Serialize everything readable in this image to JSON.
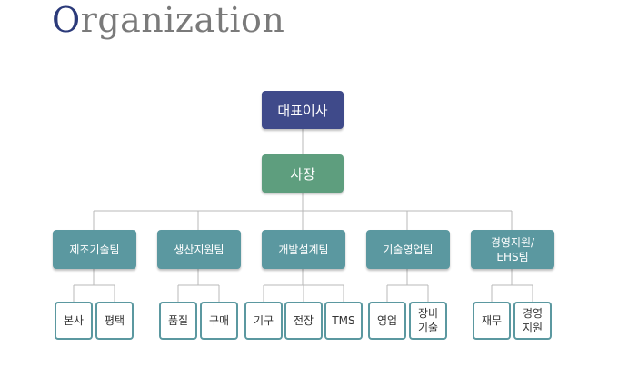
{
  "title": {
    "first_letter": "O",
    "rest": "rganization"
  },
  "ceo": "대표이사",
  "president": "사장",
  "departments": [
    {
      "label": "제조기술팀",
      "teams": [
        "본사",
        "평택"
      ]
    },
    {
      "label": "생산지원팀",
      "teams": [
        "품질",
        "구매"
      ]
    },
    {
      "label": "개발설계팀",
      "teams": [
        "기구",
        "전장",
        "TMS"
      ]
    },
    {
      "label": "기술영업팀",
      "teams": [
        "영업",
        "장비\n기술"
      ]
    },
    {
      "label": "경영지원/\nEHS팀",
      "teams": [
        "재무",
        "경영\n지원"
      ]
    }
  ],
  "colors": {
    "ceo": "#3f4a8a",
    "president": "#5e9e7e",
    "department": "#5b98a0",
    "connector": "#b8b8b8",
    "title_accent": "#2b3a7a",
    "title_text": "#7a7a7a"
  }
}
